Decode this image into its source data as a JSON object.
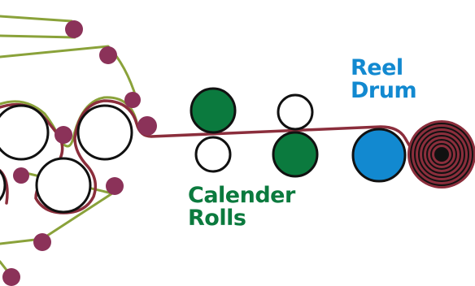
{
  "labels": {
    "reel_drum": [
      "Reel",
      "Drum"
    ],
    "calender_rolls": [
      "Calender",
      "Rolls"
    ]
  },
  "colors": {
    "felt": "#8aa23a",
    "web": "#8b2e3c",
    "guide_roll": "#8b3259",
    "calender_green": "#0b7a3e",
    "reel_blue": "#1289d0",
    "reel_label": "#1289d0",
    "calender_label": "#0b7a3e",
    "roll_stroke": "#111111",
    "roll_fill": "#ffffff",
    "parent_roll_core": "#111111"
  },
  "icons": {
    "press_roll": "circle-outline",
    "guide_roll": "filled-dot",
    "parent_roll": "concentric-spiral"
  }
}
